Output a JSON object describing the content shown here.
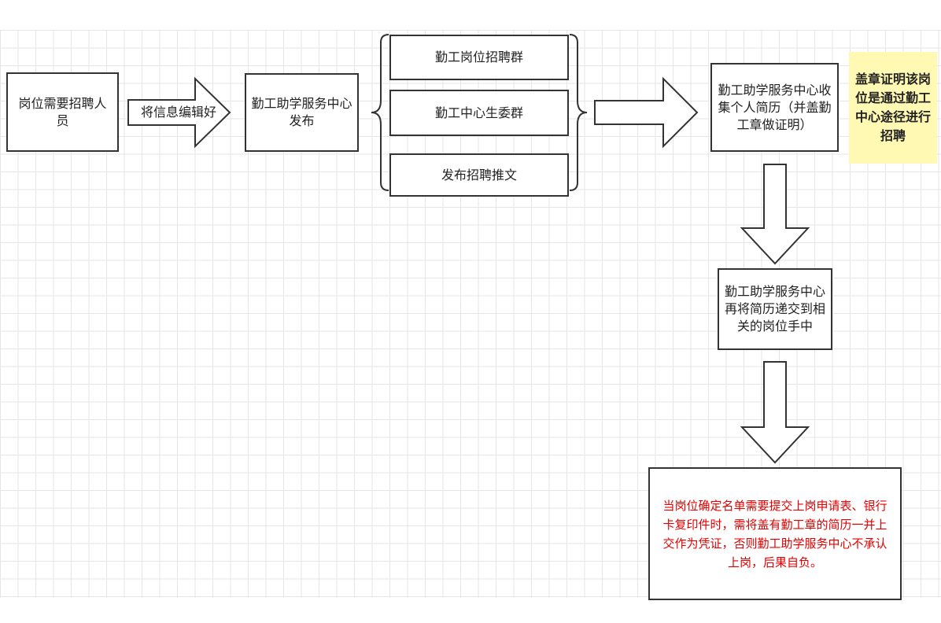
{
  "diagram": {
    "step1": "岗位需要招聘人员",
    "arrow1_label": "将信息编辑好",
    "step2": "勤工助学服务中心发布",
    "channels": [
      "勤工岗位招聘群",
      "勤工中心生委群",
      "发布招聘推文"
    ],
    "step3": "勤工助学服务中心收集个人简历（并盖勤工章做证明）",
    "note": "盖章证明该岗位是通过勤工中心途径进行招聘",
    "step4": "勤工助学服务中心再将简历递交到相关的岗位手中",
    "warning": "当岗位确定名单需要提交上岗申请表、银行卡复印件时，需将盖有勤工章的简历一并上交作为凭证，否则勤工助学服务中心不承认上岗，后果自负。"
  },
  "colors": {
    "border": "#333333",
    "note_bg": "#fff9b3",
    "warning_text": "#e60000",
    "grid": "#e6e6e6"
  }
}
